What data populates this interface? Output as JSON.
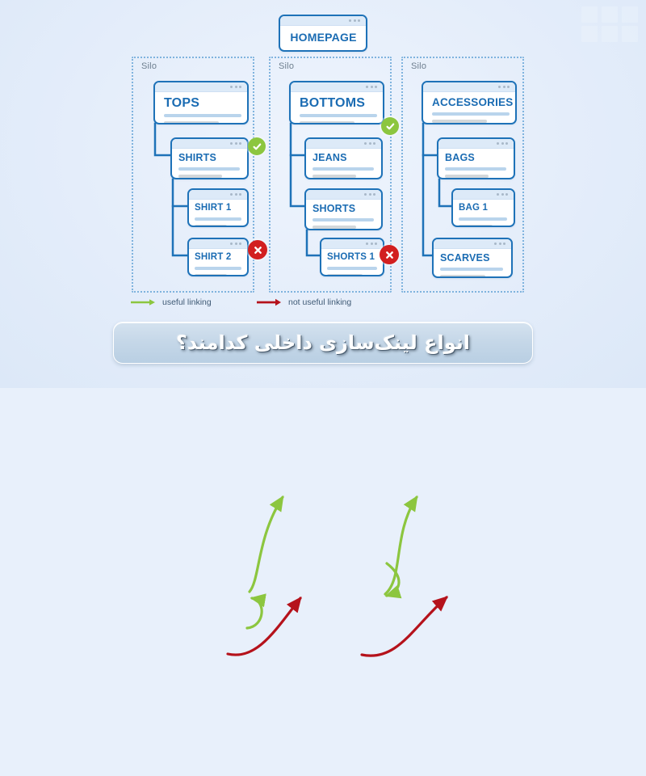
{
  "diagram": {
    "root": {
      "label": "HOMEPAGE"
    },
    "silos": [
      {
        "label": "Silo",
        "nodes": [
          {
            "label": "TOPS"
          },
          {
            "label": "SHIRTS"
          },
          {
            "label": "SHIRT 1"
          },
          {
            "label": "SHIRT 2"
          }
        ]
      },
      {
        "label": "Silo",
        "nodes": [
          {
            "label": "BOTTOMS"
          },
          {
            "label": "JEANS"
          },
          {
            "label": "SHORTS"
          },
          {
            "label": "SHORTS 1"
          }
        ]
      },
      {
        "label": "Silo",
        "nodes": [
          {
            "label": "ACCESSORIES"
          },
          {
            "label": "BAGS"
          },
          {
            "label": "BAG 1"
          },
          {
            "label": "SCARVES"
          }
        ]
      }
    ],
    "legend": [
      {
        "key": "useful",
        "label": "useful linking",
        "color": "#8cc63f"
      },
      {
        "key": "not-useful",
        "label": "not useful linking",
        "color": "#b5121b"
      }
    ],
    "badges": [
      {
        "type": "check",
        "meaning": "useful link"
      },
      {
        "type": "check",
        "meaning": "useful link"
      },
      {
        "type": "cross",
        "meaning": "not useful link"
      },
      {
        "type": "cross",
        "meaning": "not useful link"
      }
    ],
    "colors": {
      "background": "#e4edfa",
      "card_border": "#1e72b8",
      "card_title": "#1b6cb3",
      "silo_border": "#7fb3de",
      "useful": "#8cc63f",
      "not_useful": "#b5121b",
      "badge_ok": "#8cc63f",
      "badge_no": "#d21f20"
    }
  },
  "caption": {
    "text": "انواع لینک‌سازی داخلی کدامند؟"
  }
}
